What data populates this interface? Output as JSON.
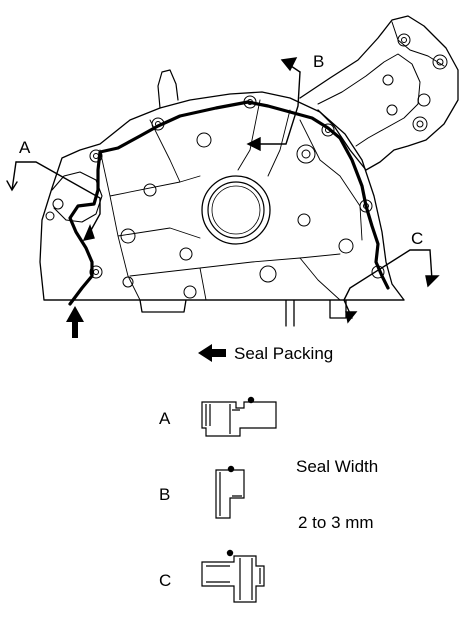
{
  "diagram": {
    "callouts": {
      "a": "A",
      "b": "B",
      "c": "C"
    },
    "legend": {
      "seal_packing": "Seal Packing"
    },
    "sections": {
      "a": "A",
      "b": "B",
      "c": "C"
    },
    "seal_width": {
      "label": "Seal Width",
      "value": "2 to 3 mm"
    }
  }
}
